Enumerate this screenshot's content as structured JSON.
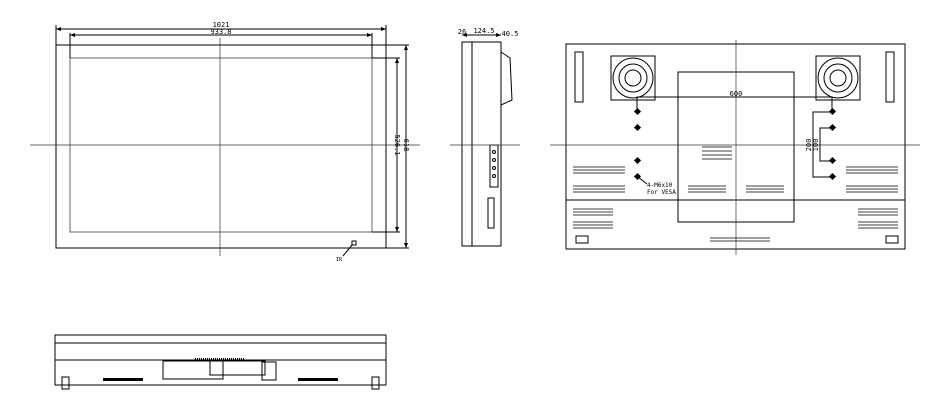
{
  "front_view": {
    "overall_width": "1021",
    "active_width": "933.8",
    "active_height": "526.1",
    "overall_height": "618",
    "ir_label": "IR"
  },
  "side_view": {
    "depth_total": "124.5",
    "depth_front": "26",
    "depth_rear": "40.5"
  },
  "rear_view": {
    "vesa_horizontal": "600",
    "vesa_vertical_outer": "200",
    "vesa_vertical_inner": "100",
    "vesa_note_line1": "4-M6x10",
    "vesa_note_line2": "For VESA"
  }
}
